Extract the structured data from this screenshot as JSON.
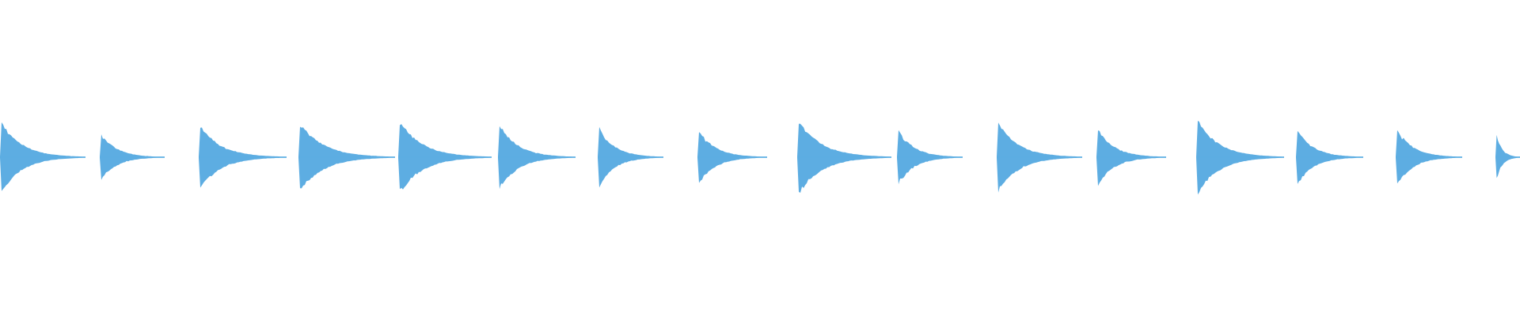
{
  "waveform": {
    "color": "#5dade2",
    "background": "#ffffff",
    "segments": [
      {
        "peak": 0.92
      },
      {
        "peak": 0.62
      },
      {
        "peak": 0.82
      },
      {
        "peak": 0.9
      },
      {
        "peak": 0.95
      },
      {
        "peak": 0.85
      },
      {
        "peak": 0.78
      },
      {
        "peak": 0.7
      },
      {
        "peak": 0.97
      },
      {
        "peak": 0.73
      },
      {
        "peak": 0.9
      },
      {
        "peak": 0.74
      },
      {
        "peak": 0.97
      },
      {
        "peak": 0.72
      },
      {
        "peak": 0.74
      },
      {
        "peak": 0.65
      }
    ]
  }
}
